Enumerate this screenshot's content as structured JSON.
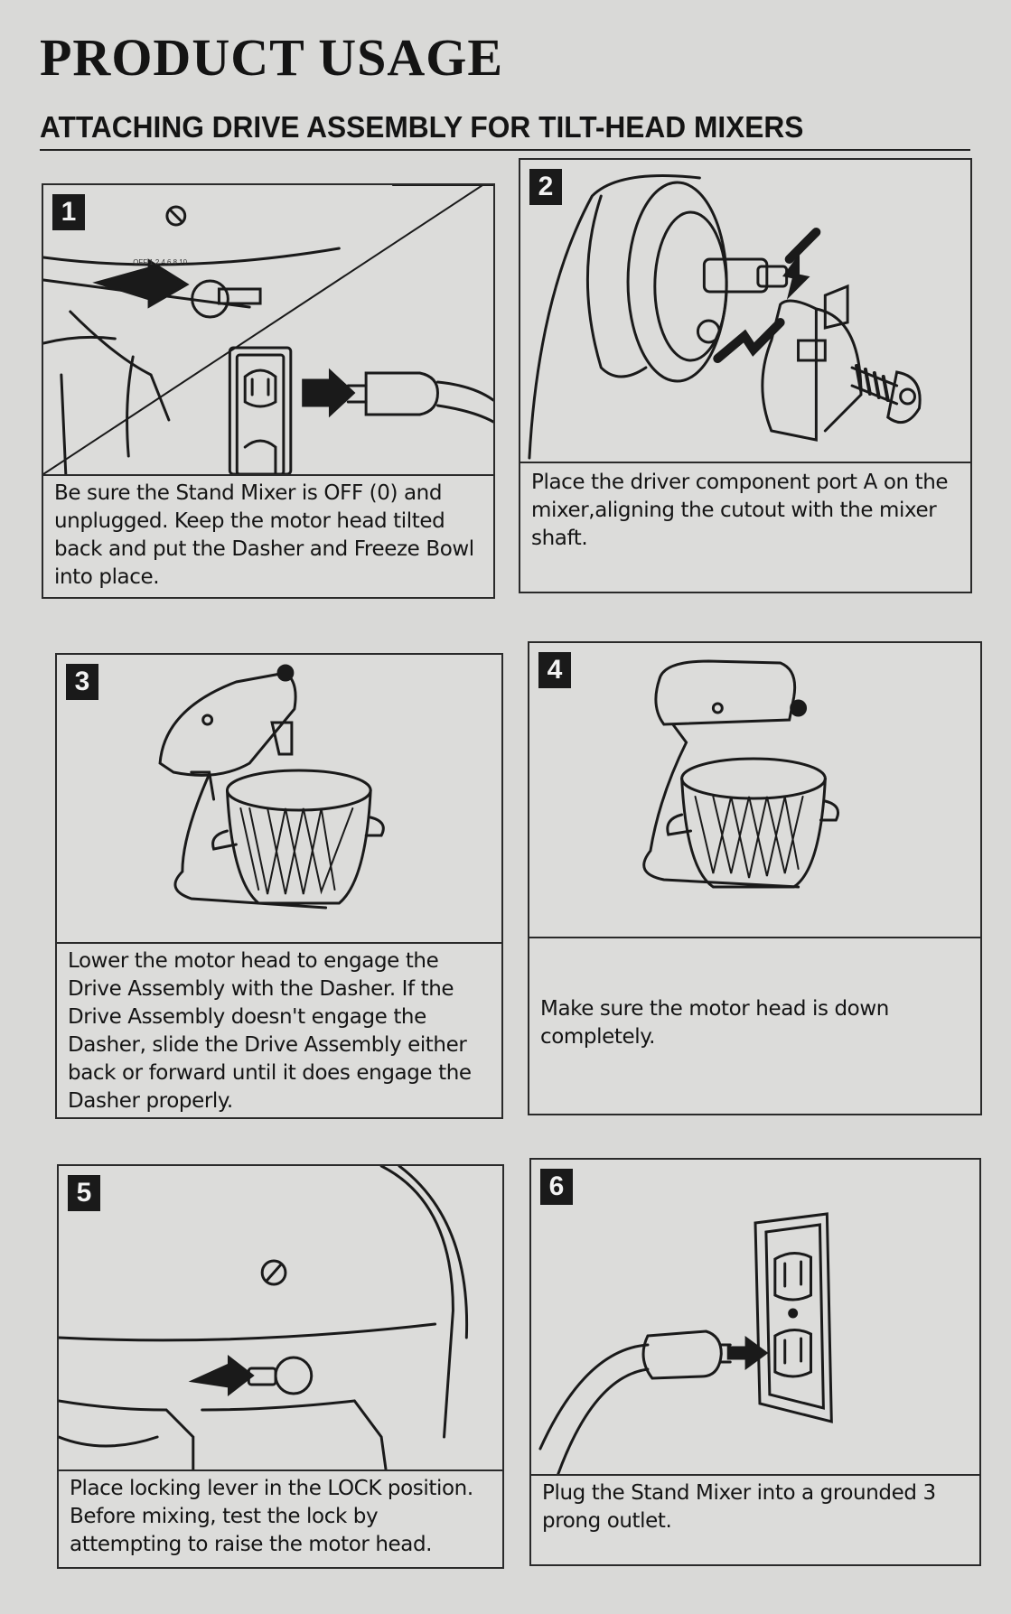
{
  "page": {
    "title": "PRODUCT USAGE",
    "section_title": "ATTACHING DRIVE ASSEMBLY FOR TILT-HEAD MIXERS"
  },
  "steps": [
    {
      "number": "1",
      "caption": "Be sure the Stand Mixer is OFF (0) and unplugged. Keep the motor head tilted back and put the Dasher and Freeze Bowl into place.",
      "icons": [
        "speed-control-lever-icon",
        "wall-outlet-icon",
        "power-plug-icon"
      ]
    },
    {
      "number": "2",
      "caption": "Place the driver component port A on the mixer,aligning the cutout with the mixer shaft.",
      "icons": [
        "mixer-shaft-icon",
        "drive-assembly-icon"
      ]
    },
    {
      "number": "3",
      "caption": "Lower the motor head to engage the Drive Assembly with the Dasher. If the Drive Assembly doesn't engage the Dasher, slide the Drive Assembly either back or forward until it does engage the Dasher properly.",
      "icons": [
        "tilted-mixer-icon",
        "freeze-bowl-icon"
      ]
    },
    {
      "number": "4",
      "caption": "Make sure the motor head is down completely.",
      "icons": [
        "lowered-mixer-icon",
        "freeze-bowl-icon"
      ]
    },
    {
      "number": "5",
      "caption": "Place locking lever in the LOCK position. Before mixing, test the lock by attempting to raise the motor head.",
      "icons": [
        "locking-lever-icon"
      ]
    },
    {
      "number": "6",
      "caption": "Plug the Stand Mixer into a grounded 3 prong outlet.",
      "icons": [
        "power-plug-icon",
        "wall-outlet-icon"
      ]
    }
  ],
  "colors": {
    "page_background": "#d9d9d7",
    "ink": "#141414",
    "badge": "#1a1a1a"
  }
}
